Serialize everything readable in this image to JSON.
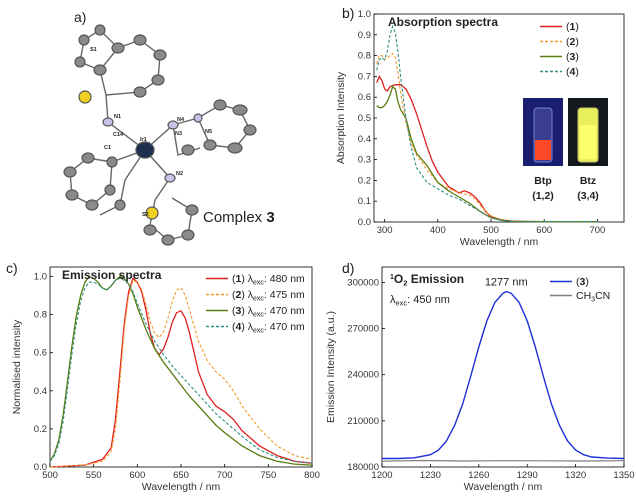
{
  "panel_a": {
    "label": "a)",
    "caption_text": "Complex ",
    "caption_bold": "3",
    "atom_labels": [
      "S1",
      "N1",
      "C14",
      "C1",
      "Ir1",
      "N4",
      "N3",
      "N5",
      "N2",
      "S2"
    ]
  },
  "panel_b": {
    "label": "b)",
    "photo_labels": [
      {
        "name": "Btp",
        "sub": "(1,2)"
      },
      {
        "name": "Btz",
        "sub": "(3,4)"
      }
    ]
  },
  "panel_c": {
    "label": "c)"
  },
  "panel_d": {
    "label": "d)"
  },
  "colors": {
    "series1": "#e0211f",
    "series2": "#f39a2b",
    "series3": "#5a7d12",
    "series4": "#2f8f84",
    "blue": "#1f2fd6",
    "gray": "#7f7f7f"
  },
  "chart_data": [
    {
      "id": "absorption",
      "type": "line",
      "title": "Absorption spectra",
      "xlabel": "Wavelength / nm",
      "ylabel": "Absorption Intensity",
      "xlim": [
        280,
        750
      ],
      "ylim": [
        0,
        1.0
      ],
      "xticks": [
        300,
        400,
        500,
        600,
        700
      ],
      "yticks": [
        0.0,
        0.1,
        0.2,
        0.3,
        0.4,
        0.5,
        0.6,
        0.7,
        0.8,
        0.9,
        1.0
      ],
      "legend_position": "top-right",
      "series": [
        {
          "name": "(1)",
          "legend_lead": "(",
          "legend_bold": "1",
          "legend_tail": ")",
          "style": "solid",
          "x": [
            285,
            290,
            295,
            300,
            305,
            310,
            320,
            330,
            340,
            350,
            360,
            370,
            380,
            390,
            400,
            420,
            440,
            450,
            460,
            470,
            480,
            490,
            500,
            520,
            540,
            560,
            600,
            650,
            700
          ],
          "y": [
            0.67,
            0.7,
            0.68,
            0.64,
            0.63,
            0.65,
            0.66,
            0.66,
            0.64,
            0.59,
            0.52,
            0.44,
            0.36,
            0.29,
            0.24,
            0.17,
            0.14,
            0.15,
            0.14,
            0.12,
            0.09,
            0.05,
            0.025,
            0.01,
            0.005,
            0.003,
            0.002,
            0.002,
            0.002
          ]
        },
        {
          "name": "(2)",
          "legend_lead": "(",
          "legend_bold": "2",
          "legend_tail": ")",
          "style": "dashed",
          "x": [
            285,
            290,
            295,
            300,
            305,
            310,
            315,
            320,
            325,
            330,
            340,
            350,
            360,
            380,
            400,
            420,
            440,
            460,
            470,
            480,
            490,
            500,
            520,
            540,
            600,
            700
          ],
          "y": [
            0.76,
            0.8,
            0.8,
            0.78,
            0.79,
            0.8,
            0.81,
            0.79,
            0.72,
            0.62,
            0.48,
            0.38,
            0.32,
            0.25,
            0.19,
            0.16,
            0.14,
            0.13,
            0.11,
            0.08,
            0.05,
            0.03,
            0.01,
            0.004,
            0.002,
            0.002
          ]
        },
        {
          "name": "(3)",
          "legend_lead": "(",
          "legend_bold": "3",
          "legend_tail": ")",
          "style": "solid",
          "x": [
            285,
            290,
            295,
            300,
            305,
            310,
            315,
            320,
            325,
            330,
            340,
            350,
            360,
            370,
            380,
            390,
            400,
            420,
            440,
            460,
            480,
            500,
            520,
            540,
            600,
            700
          ],
          "y": [
            0.56,
            0.55,
            0.55,
            0.56,
            0.58,
            0.61,
            0.65,
            0.64,
            0.58,
            0.54,
            0.5,
            0.4,
            0.33,
            0.3,
            0.27,
            0.23,
            0.19,
            0.15,
            0.12,
            0.09,
            0.05,
            0.02,
            0.008,
            0.003,
            0.002,
            0.002
          ]
        },
        {
          "name": "(4)",
          "legend_lead": "(",
          "legend_bold": "4",
          "legend_tail": ")",
          "style": "dashed",
          "x": [
            285,
            290,
            295,
            300,
            305,
            310,
            315,
            320,
            325,
            330,
            340,
            350,
            360,
            380,
            400,
            420,
            440,
            460,
            480,
            500,
            520,
            540,
            600,
            700
          ],
          "y": [
            0.73,
            0.78,
            0.79,
            0.78,
            0.82,
            0.9,
            0.94,
            0.91,
            0.82,
            0.7,
            0.5,
            0.36,
            0.26,
            0.19,
            0.16,
            0.13,
            0.11,
            0.08,
            0.05,
            0.02,
            0.008,
            0.003,
            0.002,
            0.002
          ]
        }
      ]
    },
    {
      "id": "emission",
      "type": "line",
      "title": "Emission spectra",
      "xlabel": "Wavelength / nm",
      "ylabel": "Normalised intensity",
      "xlim": [
        500,
        800
      ],
      "ylim": [
        0,
        1.05
      ],
      "xticks": [
        500,
        550,
        600,
        650,
        700,
        750,
        800
      ],
      "yticks": [
        0.0,
        0.2,
        0.4,
        0.6,
        0.8,
        1.0
      ],
      "legend_position": "top-right",
      "series": [
        {
          "name": "(1) λexc: 480 nm",
          "legend_lead": "(",
          "legend_bold": "1",
          "legend_tail": ") λ",
          "legend_sub": "exc",
          "legend_end": ": 480 nm",
          "style": "solid",
          "x": [
            500,
            540,
            560,
            570,
            575,
            580,
            585,
            590,
            595,
            600,
            605,
            610,
            615,
            620,
            625,
            630,
            635,
            640,
            645,
            650,
            655,
            660,
            665,
            670,
            680,
            690,
            700,
            710,
            720,
            740,
            760,
            780,
            800
          ],
          "y": [
            0.0,
            0.01,
            0.04,
            0.1,
            0.25,
            0.5,
            0.75,
            0.92,
            0.99,
            0.97,
            0.92,
            0.82,
            0.7,
            0.62,
            0.59,
            0.62,
            0.68,
            0.76,
            0.81,
            0.82,
            0.78,
            0.7,
            0.6,
            0.5,
            0.38,
            0.32,
            0.29,
            0.25,
            0.19,
            0.11,
            0.06,
            0.03,
            0.02
          ]
        },
        {
          "name": "(2) λexc: 475 nm",
          "legend_lead": "(",
          "legend_bold": "2",
          "legend_tail": ") λ",
          "legend_sub": "exc",
          "legend_end": ": 475 nm",
          "style": "dashed",
          "x": [
            500,
            540,
            560,
            570,
            575,
            580,
            585,
            590,
            595,
            600,
            605,
            610,
            615,
            620,
            625,
            630,
            635,
            640,
            645,
            650,
            655,
            660,
            665,
            670,
            680,
            690,
            700,
            710,
            720,
            740,
            760,
            780,
            800
          ],
          "y": [
            0.0,
            0.01,
            0.03,
            0.08,
            0.2,
            0.45,
            0.72,
            0.9,
            0.98,
            0.97,
            0.93,
            0.85,
            0.76,
            0.7,
            0.68,
            0.71,
            0.78,
            0.87,
            0.93,
            0.94,
            0.9,
            0.82,
            0.74,
            0.66,
            0.56,
            0.5,
            0.46,
            0.4,
            0.32,
            0.2,
            0.11,
            0.06,
            0.04
          ]
        },
        {
          "name": "(3) λexc: 470 nm",
          "legend_lead": "(",
          "legend_bold": "3",
          "legend_tail": ") λ",
          "legend_sub": "exc",
          "legend_end": ": 470 nm",
          "style": "solid",
          "x": [
            500,
            505,
            510,
            515,
            520,
            525,
            530,
            535,
            540,
            545,
            550,
            555,
            560,
            565,
            570,
            575,
            580,
            585,
            590,
            595,
            600,
            610,
            620,
            630,
            640,
            650,
            660,
            670,
            680,
            690,
            700,
            720,
            740,
            760,
            780,
            800
          ],
          "y": [
            0.03,
            0.07,
            0.14,
            0.27,
            0.45,
            0.63,
            0.79,
            0.9,
            0.97,
            1.0,
            0.99,
            0.97,
            0.94,
            0.93,
            0.95,
            0.98,
            1.0,
            0.99,
            0.96,
            0.91,
            0.84,
            0.72,
            0.62,
            0.55,
            0.49,
            0.43,
            0.37,
            0.32,
            0.27,
            0.22,
            0.18,
            0.11,
            0.06,
            0.03,
            0.015,
            0.01
          ]
        },
        {
          "name": "(4) λexc: 470 nm",
          "legend_lead": "(",
          "legend_bold": "4",
          "legend_tail": ") λ",
          "legend_sub": "exc",
          "legend_end": ": 470 nm",
          "style": "dashed",
          "x": [
            500,
            505,
            510,
            515,
            520,
            525,
            530,
            535,
            540,
            545,
            550,
            555,
            560,
            565,
            570,
            575,
            580,
            585,
            590,
            595,
            600,
            610,
            620,
            630,
            640,
            650,
            660,
            670,
            680,
            690,
            700,
            720,
            740,
            760,
            780,
            800
          ],
          "y": [
            0.03,
            0.06,
            0.12,
            0.24,
            0.41,
            0.59,
            0.75,
            0.87,
            0.94,
            0.97,
            0.97,
            0.96,
            0.94,
            0.93,
            0.95,
            0.98,
            0.99,
            0.98,
            0.96,
            0.92,
            0.86,
            0.75,
            0.66,
            0.59,
            0.53,
            0.48,
            0.43,
            0.38,
            0.33,
            0.28,
            0.24,
            0.16,
            0.09,
            0.05,
            0.03,
            0.02
          ]
        }
      ]
    },
    {
      "id": "singlet_oxygen",
      "type": "line",
      "title_pre": "1",
      "title_main": "O",
      "title_sub": "2",
      "title_post": " Emission",
      "xlabel": "Wavelength / nm",
      "ylabel": "Emission Intensity (a.u.)",
      "xlim": [
        1200,
        1350
      ],
      "ylim": [
        180000,
        310000
      ],
      "xticks": [
        1200,
        1230,
        1260,
        1290,
        1320,
        1350
      ],
      "yticks": [
        180000,
        210000,
        240000,
        270000,
        300000
      ],
      "excitation_lead": "λ",
      "excitation_sub": "exc",
      "excitation_value": ": 450 nm",
      "peak_label": "1277 nm",
      "peak_x": 1277,
      "peak_y": 294000,
      "legend_position": "top-right",
      "series": [
        {
          "name": "(3)",
          "legend_lead": "(",
          "legend_bold": "3",
          "legend_tail": ")",
          "style": "solid",
          "x": [
            1200,
            1210,
            1220,
            1230,
            1235,
            1240,
            1245,
            1250,
            1255,
            1260,
            1265,
            1270,
            1275,
            1277,
            1280,
            1285,
            1290,
            1295,
            1300,
            1305,
            1310,
            1315,
            1320,
            1325,
            1330,
            1340,
            1350
          ],
          "y": [
            185500,
            185500,
            186000,
            188000,
            191000,
            197000,
            207000,
            221000,
            239000,
            258000,
            275000,
            287000,
            293000,
            294000,
            293000,
            287000,
            275000,
            258000,
            239000,
            221000,
            207000,
            197000,
            191000,
            188000,
            186500,
            185800,
            185500
          ]
        },
        {
          "name": "CH3CN",
          "legend_lead": "CH",
          "legend_sub": "3",
          "legend_tail": "CN",
          "style": "solid",
          "x": [
            1200,
            1225,
            1250,
            1275,
            1300,
            1325,
            1350
          ],
          "y": [
            183800,
            184200,
            183900,
            184100,
            184000,
            183900,
            184100
          ]
        }
      ]
    }
  ]
}
